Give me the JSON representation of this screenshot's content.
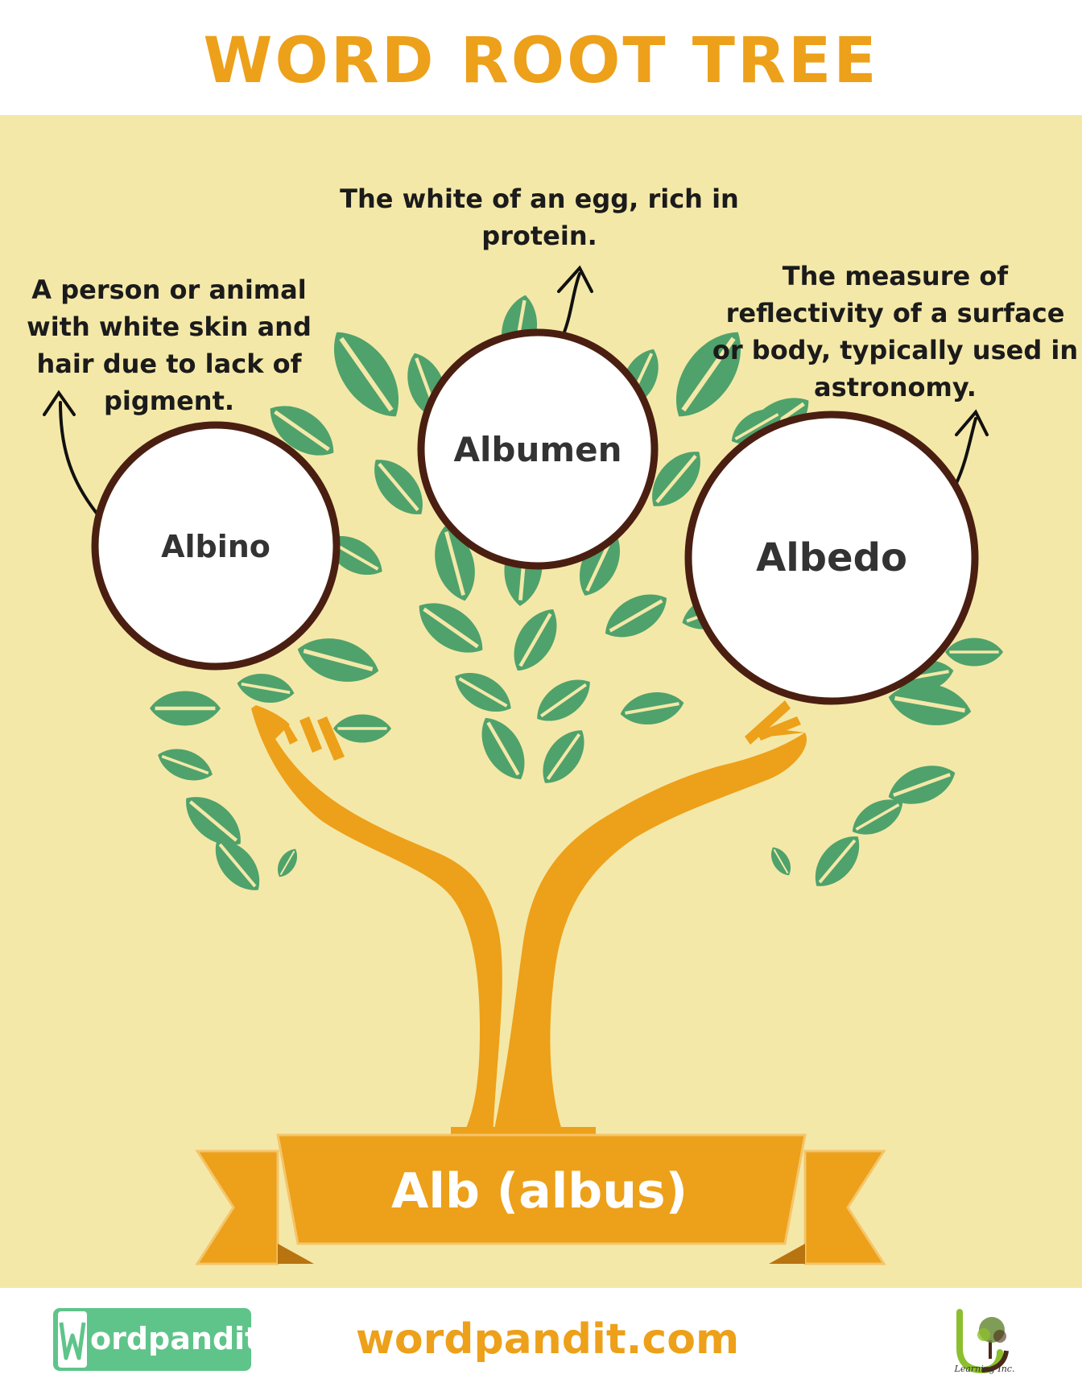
{
  "title": "WORD ROOT TREE",
  "root": "Alb (albus)",
  "words": [
    {
      "word": "Albino",
      "definition": "A person or animal with white skin and hair due to lack of pigment."
    },
    {
      "word": "Albumen",
      "definition": "The white of an egg, rich in protein."
    },
    {
      "word": "Albedo",
      "definition": "The measure of reflectivity of a surface or body, typically used in astronomy."
    }
  ],
  "footer": {
    "logo_text": "ordpandit",
    "site": "wordpandit.com",
    "brand_caption": "Learning Inc."
  },
  "colors": {
    "accent_orange": "#eda019",
    "panel_bg": "#f4e8a8",
    "leaf_green": "#4fa26b",
    "circle_border": "#4a1f12",
    "logo_green": "#5fc48a"
  }
}
